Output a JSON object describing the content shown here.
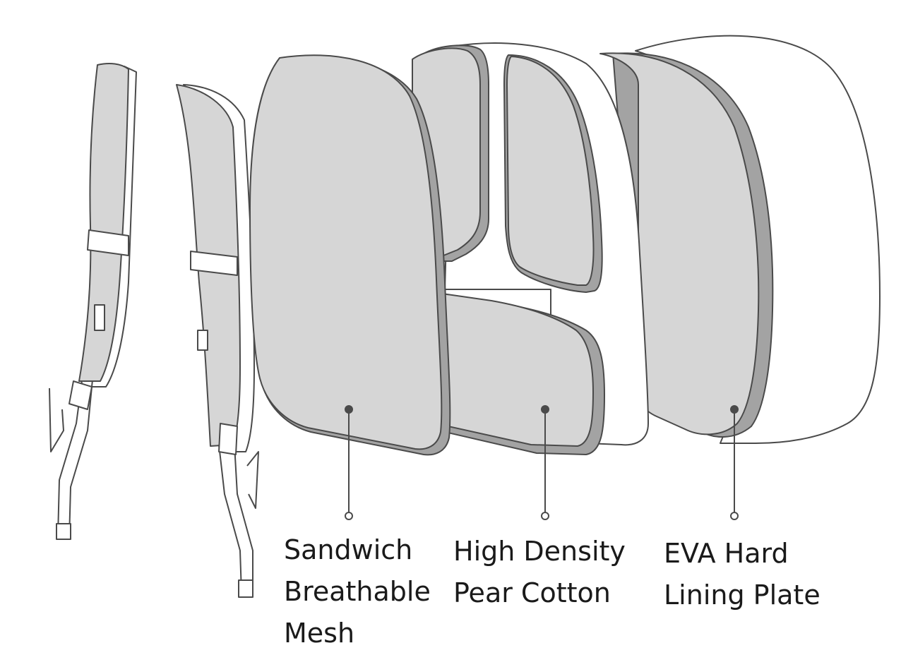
{
  "colors": {
    "outline": "#4a4a4a",
    "panel_fill": "#d6d6d6",
    "panel_edge": "#a3a3a3",
    "shell_fill": "#ffffff",
    "label_text": "#1a1a1a"
  },
  "labels": {
    "mesh": {
      "line1": "Sandwich",
      "line2": "Breathable",
      "line3": "Mesh"
    },
    "cotton": {
      "line1": "High Density",
      "line2": "Pear Cotton"
    },
    "eva": {
      "line1": "EVA Hard",
      "line2": "Lining Plate"
    }
  }
}
